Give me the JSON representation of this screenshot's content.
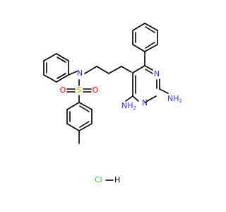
{
  "atoms": {
    "n_sulfonamide": "N",
    "s": "S",
    "o_left": "O",
    "o_right": "O",
    "n_ring_top": "N",
    "n_ring_bottom": "N",
    "nh2_left": "NH",
    "nh2_left_sub": "2",
    "nh2_right": "NH",
    "nh2_right_sub": "2"
  },
  "salt": {
    "cl": "Cl",
    "dash": "—",
    "h": "H"
  },
  "colors": {
    "bond": "#000000",
    "nitrogen": "#3333ff",
    "oxygen": "#ff0000",
    "sulfur": "#b2b200",
    "chlorine": "#33cc33"
  }
}
